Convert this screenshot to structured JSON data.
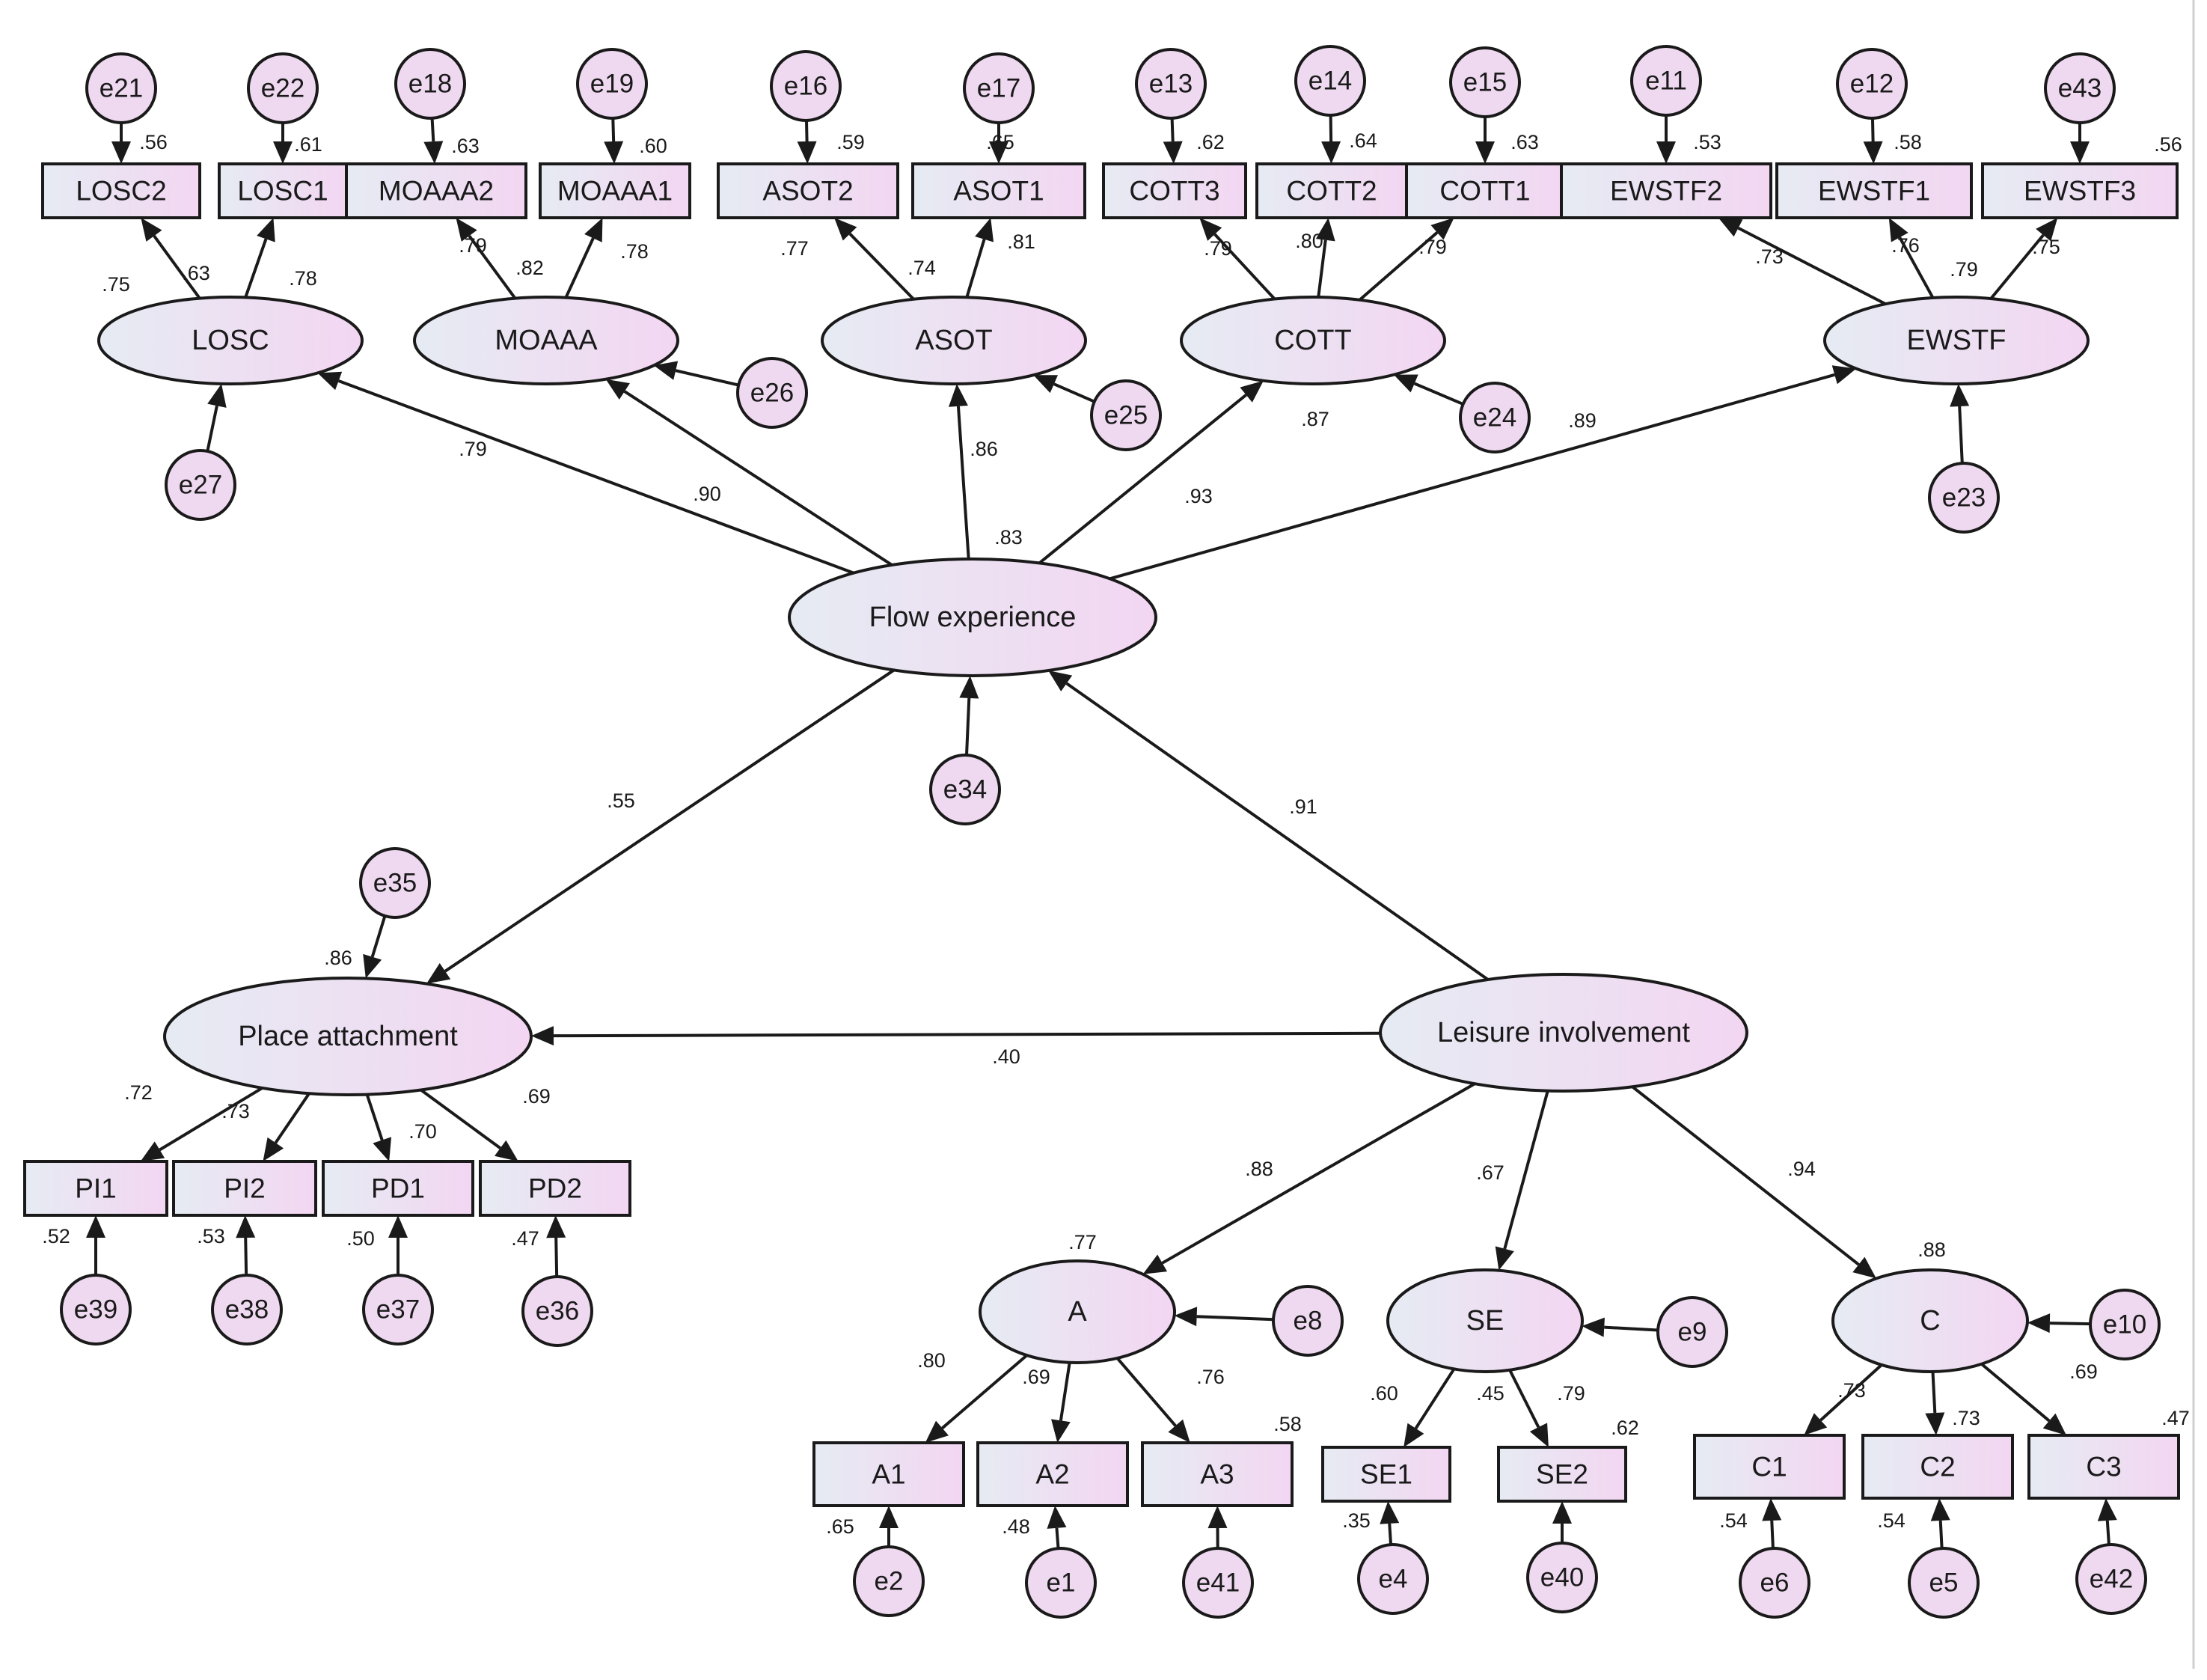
{
  "diagram": {
    "type": "structural-equation-model",
    "colors": {
      "node_fill_left": "#e6ebf3",
      "node_fill_right": "#f3d6f2",
      "error_fill": "#efd9f0",
      "stroke": "#1a1a1a",
      "background": "#ffffff"
    },
    "latents": [
      {
        "id": "losc",
        "label": "LOSC",
        "r2": ".63"
      },
      {
        "id": "moaaa",
        "label": "MOAAA",
        "r2": ".82"
      },
      {
        "id": "asot",
        "label": "ASOT",
        "r2": ".74"
      },
      {
        "id": "cott",
        "label": "COTT",
        "r2": ".87"
      },
      {
        "id": "ewstf",
        "label": "EWSTF",
        "r2": ".79"
      },
      {
        "id": "flow",
        "label": "Flow  experience",
        "r2": ".83"
      },
      {
        "id": "place",
        "label": "Place  attachment",
        "r2": ".86"
      },
      {
        "id": "leisure",
        "label": "Leisure  involvement",
        "r2": ""
      },
      {
        "id": "a",
        "label": "A",
        "r2": ".77"
      },
      {
        "id": "se",
        "label": "SE",
        "r2": ".45"
      },
      {
        "id": "c",
        "label": "C",
        "r2": ".88"
      }
    ],
    "observed": [
      {
        "id": "losc2",
        "label": "LOSC2",
        "r2": ".56"
      },
      {
        "id": "losc1",
        "label": "LOSC1",
        "r2": ".61"
      },
      {
        "id": "moaaa2",
        "label": "MOAAA2",
        "r2": ".63"
      },
      {
        "id": "moaaa1",
        "label": "MOAAA1",
        "r2": ".60"
      },
      {
        "id": "asot2",
        "label": "ASOT2",
        "r2": ".59"
      },
      {
        "id": "asot1",
        "label": "ASOT1",
        "r2": ".65"
      },
      {
        "id": "cott3",
        "label": "COTT3",
        "r2": ".62"
      },
      {
        "id": "cott2",
        "label": "COTT2",
        "r2": ".64"
      },
      {
        "id": "cott1",
        "label": "COTT1",
        "r2": ".63"
      },
      {
        "id": "ewstf2",
        "label": "EWSTF2",
        "r2": ".53"
      },
      {
        "id": "ewstf1",
        "label": "EWSTF1",
        "r2": ".58"
      },
      {
        "id": "ewstf3",
        "label": "EWSTF3",
        "r2": ".56"
      },
      {
        "id": "pi1",
        "label": "PI1",
        "r2": ".52"
      },
      {
        "id": "pi2",
        "label": "PI2",
        "r2": ".53"
      },
      {
        "id": "pd1",
        "label": "PD1",
        "r2": ".50"
      },
      {
        "id": "pd2",
        "label": "PD2",
        "r2": ".47"
      },
      {
        "id": "a1",
        "label": "A1",
        "r2": ".65"
      },
      {
        "id": "a2",
        "label": "A2",
        "r2": ".48"
      },
      {
        "id": "a3",
        "label": "A3",
        "r2": ".58"
      },
      {
        "id": "se1",
        "label": "SE1",
        "r2": ".35"
      },
      {
        "id": "se2",
        "label": "SE2",
        "r2": ".62"
      },
      {
        "id": "c1",
        "label": "C1",
        "r2": ".54"
      },
      {
        "id": "c2",
        "label": "C2",
        "r2": ".54"
      },
      {
        "id": "c3",
        "label": "C3",
        "r2": ".47"
      }
    ],
    "errors": [
      {
        "id": "e21",
        "label": "e21",
        "target": "losc2"
      },
      {
        "id": "e22",
        "label": "e22",
        "target": "losc1"
      },
      {
        "id": "e18",
        "label": "e18",
        "target": "moaaa2"
      },
      {
        "id": "e19",
        "label": "e19",
        "target": "moaaa1"
      },
      {
        "id": "e16",
        "label": "e16",
        "target": "asot2"
      },
      {
        "id": "e17",
        "label": "e17",
        "target": "asot1"
      },
      {
        "id": "e13",
        "label": "e13",
        "target": "cott3"
      },
      {
        "id": "e14",
        "label": "e14",
        "target": "cott2"
      },
      {
        "id": "e15",
        "label": "e15",
        "target": "cott1"
      },
      {
        "id": "e11",
        "label": "e11",
        "target": "ewstf2"
      },
      {
        "id": "e12",
        "label": "e12",
        "target": "ewstf1"
      },
      {
        "id": "e43",
        "label": "e43",
        "target": "ewstf3"
      },
      {
        "id": "e27",
        "label": "e27",
        "target": "losc"
      },
      {
        "id": "e26",
        "label": "e26",
        "target": "moaaa"
      },
      {
        "id": "e25",
        "label": "e25",
        "target": "asot"
      },
      {
        "id": "e24",
        "label": "e24",
        "target": "cott"
      },
      {
        "id": "e23",
        "label": "e23",
        "target": "ewstf"
      },
      {
        "id": "e34",
        "label": "e34",
        "target": "flow"
      },
      {
        "id": "e35",
        "label": "e35",
        "target": "place"
      },
      {
        "id": "e39",
        "label": "e39",
        "target": "pi1"
      },
      {
        "id": "e38",
        "label": "e38",
        "target": "pi2"
      },
      {
        "id": "e37",
        "label": "e37",
        "target": "pd1"
      },
      {
        "id": "e36",
        "label": "e36",
        "target": "pd2"
      },
      {
        "id": "e8",
        "label": "e8",
        "target": "a"
      },
      {
        "id": "e9",
        "label": "e9",
        "target": "se"
      },
      {
        "id": "e10",
        "label": "e10",
        "target": "c"
      },
      {
        "id": "e2",
        "label": "e2",
        "target": "a1"
      },
      {
        "id": "e1",
        "label": "e1",
        "target": "a2"
      },
      {
        "id": "e41",
        "label": "e41",
        "target": "a3"
      },
      {
        "id": "e4",
        "label": "e4",
        "target": "se1"
      },
      {
        "id": "e40",
        "label": "e40",
        "target": "se2"
      },
      {
        "id": "e6",
        "label": "e6",
        "target": "c1"
      },
      {
        "id": "e5",
        "label": "e5",
        "target": "c2"
      },
      {
        "id": "e42",
        "label": "e42",
        "target": "c3"
      }
    ],
    "paths": [
      {
        "from": "losc",
        "to": "losc2",
        "coef": ".75"
      },
      {
        "from": "losc",
        "to": "losc1",
        "coef": ".78"
      },
      {
        "from": "moaaa",
        "to": "moaaa2",
        "coef": ".79"
      },
      {
        "from": "moaaa",
        "to": "moaaa1",
        "coef": ".78"
      },
      {
        "from": "asot",
        "to": "asot2",
        "coef": ".77"
      },
      {
        "from": "asot",
        "to": "asot1",
        "coef": ".81"
      },
      {
        "from": "cott",
        "to": "cott3",
        "coef": ".79"
      },
      {
        "from": "cott",
        "to": "cott2",
        "coef": ".80"
      },
      {
        "from": "cott",
        "to": "cott1",
        "coef": ".79"
      },
      {
        "from": "ewstf",
        "to": "ewstf2",
        "coef": ".73"
      },
      {
        "from": "ewstf",
        "to": "ewstf1",
        "coef": ".76"
      },
      {
        "from": "ewstf",
        "to": "ewstf3",
        "coef": ".75"
      },
      {
        "from": "flow",
        "to": "losc",
        "coef": ".79"
      },
      {
        "from": "flow",
        "to": "moaaa",
        "coef": ".90"
      },
      {
        "from": "flow",
        "to": "asot",
        "coef": ".86"
      },
      {
        "from": "flow",
        "to": "cott",
        "coef": ".93"
      },
      {
        "from": "flow",
        "to": "ewstf",
        "coef": ".89"
      },
      {
        "from": "flow",
        "to": "place",
        "coef": ".55"
      },
      {
        "from": "leisure",
        "to": "flow",
        "coef": ".91"
      },
      {
        "from": "leisure",
        "to": "place",
        "coef": ".40"
      },
      {
        "from": "leisure",
        "to": "a",
        "coef": ".88"
      },
      {
        "from": "leisure",
        "to": "se",
        "coef": ".67"
      },
      {
        "from": "leisure",
        "to": "c",
        "coef": ".94"
      },
      {
        "from": "place",
        "to": "pi1",
        "coef": ".72"
      },
      {
        "from": "place",
        "to": "pi2",
        "coef": ".73"
      },
      {
        "from": "place",
        "to": "pd1",
        "coef": ".70"
      },
      {
        "from": "place",
        "to": "pd2",
        "coef": ".69"
      },
      {
        "from": "a",
        "to": "a1",
        "coef": ".80"
      },
      {
        "from": "a",
        "to": "a2",
        "coef": ".69"
      },
      {
        "from": "a",
        "to": "a3",
        "coef": ".76"
      },
      {
        "from": "se",
        "to": "se1",
        "coef": ".60"
      },
      {
        "from": "se",
        "to": "se2",
        "coef": ".79"
      },
      {
        "from": "c",
        "to": "c1",
        "coef": ".73"
      },
      {
        "from": "c",
        "to": "c2",
        "coef": ".73"
      },
      {
        "from": "c",
        "to": "c3",
        "coef": ".69"
      }
    ]
  }
}
